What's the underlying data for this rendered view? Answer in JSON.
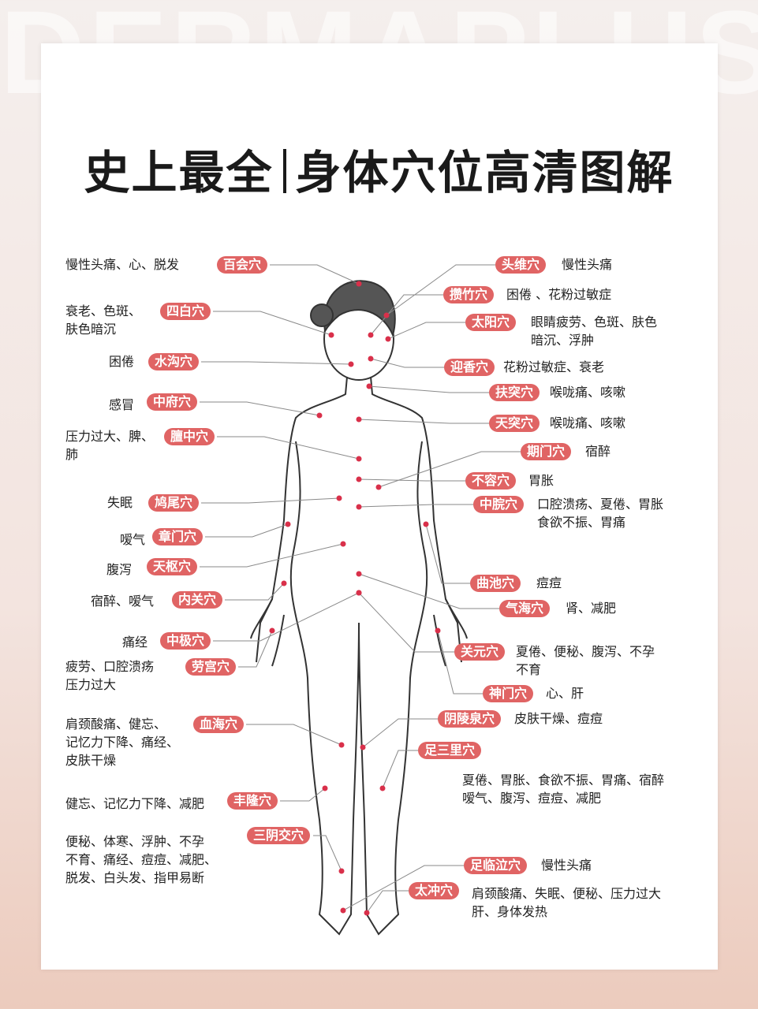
{
  "watermark": "DERMAPLUS",
  "title": {
    "left": "史上最全",
    "right": "身体穴位高清图解"
  },
  "colors": {
    "pill": "#e06464",
    "point": "#d9304a",
    "line": "#8a8a8a"
  },
  "left_points": [
    {
      "name": "百会穴",
      "desc": "慢性头痛、心、脱发"
    },
    {
      "name": "四白穴",
      "desc": "衰老、色斑、\n肤色暗沉"
    },
    {
      "name": "水沟穴",
      "desc": "困倦"
    },
    {
      "name": "中府穴",
      "desc": "感冒"
    },
    {
      "name": "膻中穴",
      "desc": "压力过大、脾、\n肺"
    },
    {
      "name": "鸠尾穴",
      "desc": "失眠"
    },
    {
      "name": "章门穴",
      "desc": "嗳气"
    },
    {
      "name": "天枢穴",
      "desc": "腹泻"
    },
    {
      "name": "内关穴",
      "desc": "宿醉、嗳气"
    },
    {
      "name": "中极穴",
      "desc": "痛经"
    },
    {
      "name": "劳宫穴",
      "desc": "疲劳、口腔溃疡\n压力过大"
    },
    {
      "name": "血海穴",
      "desc": "肩颈酸痛、健忘、\n记忆力下降、痛经、\n皮肤干燥"
    },
    {
      "name": "丰隆穴",
      "desc": "健忘、记忆力下降、减肥"
    },
    {
      "name": "三阴交穴",
      "desc": "便秘、体寒、浮肿、不孕\n不育、痛经、痘痘、减肥、\n脱发、白头发、指甲易断"
    }
  ],
  "right_points": [
    {
      "name": "头维穴",
      "desc": "慢性头痛"
    },
    {
      "name": "攒竹穴",
      "desc": "困倦 、花粉过敏症"
    },
    {
      "name": "太阳穴",
      "desc": "眼睛疲劳、色斑、肤色\n暗沉、浮肿"
    },
    {
      "name": "迎香穴",
      "desc": "花粉过敏症、衰老"
    },
    {
      "name": "扶突穴",
      "desc": "喉咙痛、咳嗽"
    },
    {
      "name": "天突穴",
      "desc": "喉咙痛、咳嗽"
    },
    {
      "name": "期门穴",
      "desc": "宿醉"
    },
    {
      "name": "不容穴",
      "desc": "胃胀"
    },
    {
      "name": "中脘穴",
      "desc": "口腔溃疡、夏倦、胃胀\n食欲不振、胃痛"
    },
    {
      "name": "曲池穴",
      "desc": "痘痘"
    },
    {
      "name": "气海穴",
      "desc": "肾、减肥"
    },
    {
      "name": "关元穴",
      "desc": "夏倦、便秘、腹泻、不孕\n不育"
    },
    {
      "name": "神门穴",
      "desc": "心、肝"
    },
    {
      "name": "阴陵泉穴",
      "desc": "皮肤干燥、痘痘"
    },
    {
      "name": "足三里穴",
      "desc": "夏倦、胃胀、食欲不振、胃痛、宿醉\n嗳气、腹泻、痘痘、减肥"
    },
    {
      "name": "足临泣穴",
      "desc": "慢性头痛"
    },
    {
      "name": "太冲穴",
      "desc": "肩颈酸痛、失眠、便秘、压力过大\n肝、身体发热"
    }
  ]
}
